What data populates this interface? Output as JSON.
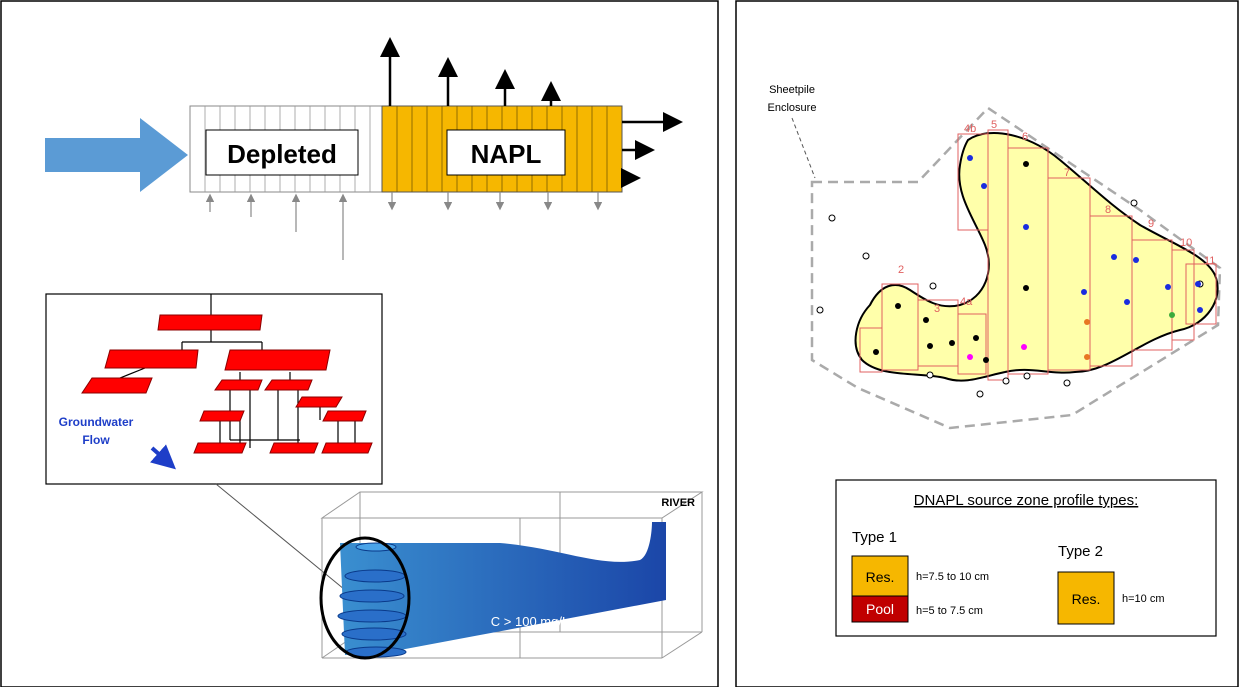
{
  "left_panel": {
    "depleted_label": "Depleted",
    "napl_label": "NAPL",
    "groundwater_label_1": "Groundwater",
    "groundwater_label_2": "Flow",
    "river_label": "RIVER",
    "concentration_label": "C > 100 mg/L"
  },
  "right_panel": {
    "sheetpile_label_1": "Sheetpile",
    "sheetpile_label_2": "Enclosure",
    "zone_labels": [
      "2",
      "3",
      "4a",
      "4b",
      "5",
      "6",
      "7",
      "8",
      "9",
      "10",
      "11"
    ],
    "legend": {
      "title": "DNAPL source zone profile types:",
      "type1_label": "Type 1",
      "type2_label": "Type 2",
      "res_label": "Res.",
      "pool_label": "Pool",
      "type1_res_height": "h=7.5 to 10 cm",
      "type1_pool_height": "h=5 to 7.5 cm",
      "type2_res_height": "h=10 cm"
    }
  },
  "colors": {
    "napl": "#F6B700",
    "pool": "#C00000",
    "plume": "#1F4FB0",
    "flow_arrow": "#5B9BD5",
    "source_zone_fill": "#FFFFAA",
    "zone_outline": "#E06060"
  }
}
